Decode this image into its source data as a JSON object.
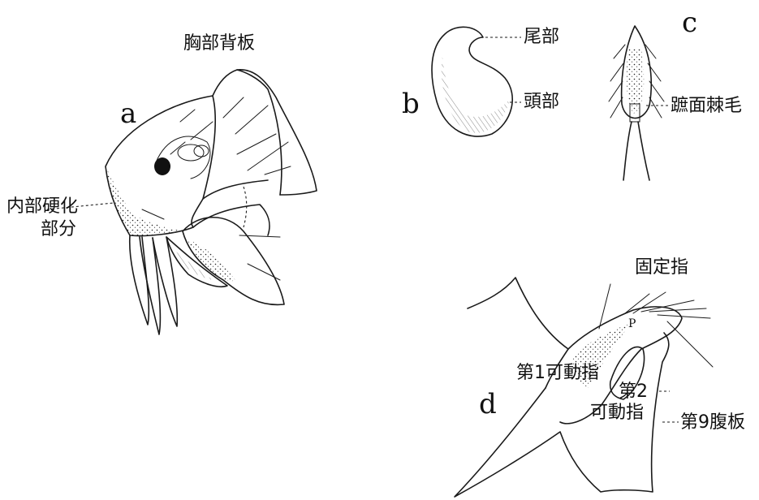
{
  "panels": {
    "a": {
      "letter": "a",
      "labels": {
        "thoracic_tergite": "胸部背板",
        "internal_sclerite_line1": "内部硬化",
        "internal_sclerite_line2": "部分"
      }
    },
    "b": {
      "letter": "b",
      "labels": {
        "tail": "尾部",
        "head": "頭部"
      }
    },
    "c": {
      "letter": "c",
      "labels": {
        "sole_bristle": "蹠面棘毛"
      }
    },
    "d": {
      "letter": "d",
      "labels": {
        "fixed_finger": "固定指",
        "first_movable_finger": "第1可動指",
        "second_movable_finger_line1": "第2",
        "second_movable_finger_line2": "可動指",
        "ninth_sternite": "第9腹板",
        "p_mark": "P"
      }
    }
  }
}
